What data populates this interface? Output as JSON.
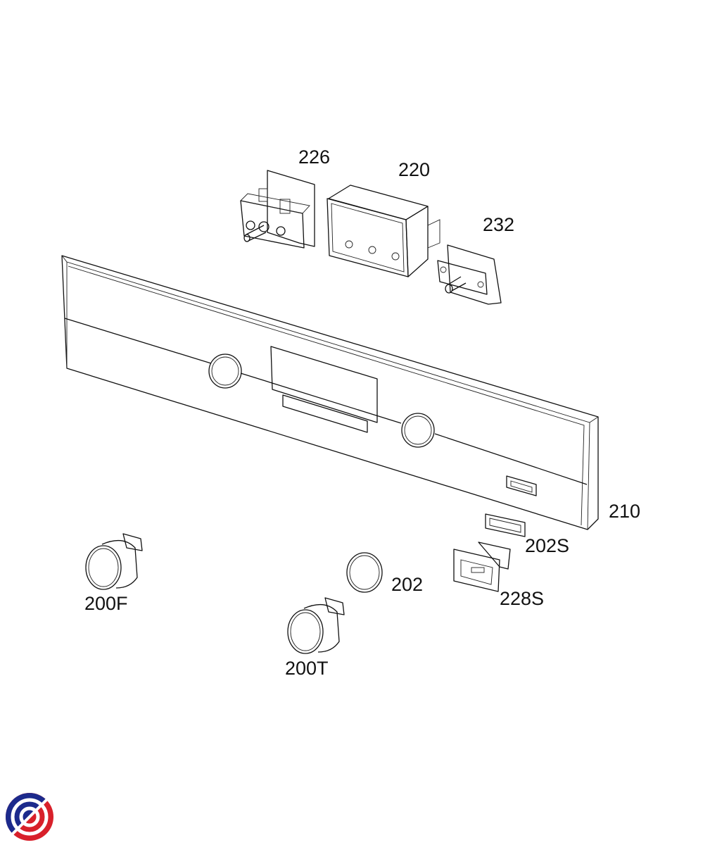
{
  "diagram": {
    "title": "Control panel exploded view",
    "parts": [
      {
        "id": "226",
        "label": "226"
      },
      {
        "id": "220",
        "label": "220"
      },
      {
        "id": "232",
        "label": "232"
      },
      {
        "id": "210",
        "label": "210"
      },
      {
        "id": "202S",
        "label": "202S"
      },
      {
        "id": "228S",
        "label": "228S"
      },
      {
        "id": "202",
        "label": "202"
      },
      {
        "id": "200F",
        "label": "200F"
      },
      {
        "id": "200T",
        "label": "200T"
      }
    ]
  },
  "colors": {
    "logo_blue": "#1c2a8c",
    "logo_red": "#d8202a",
    "line": "#111111"
  }
}
